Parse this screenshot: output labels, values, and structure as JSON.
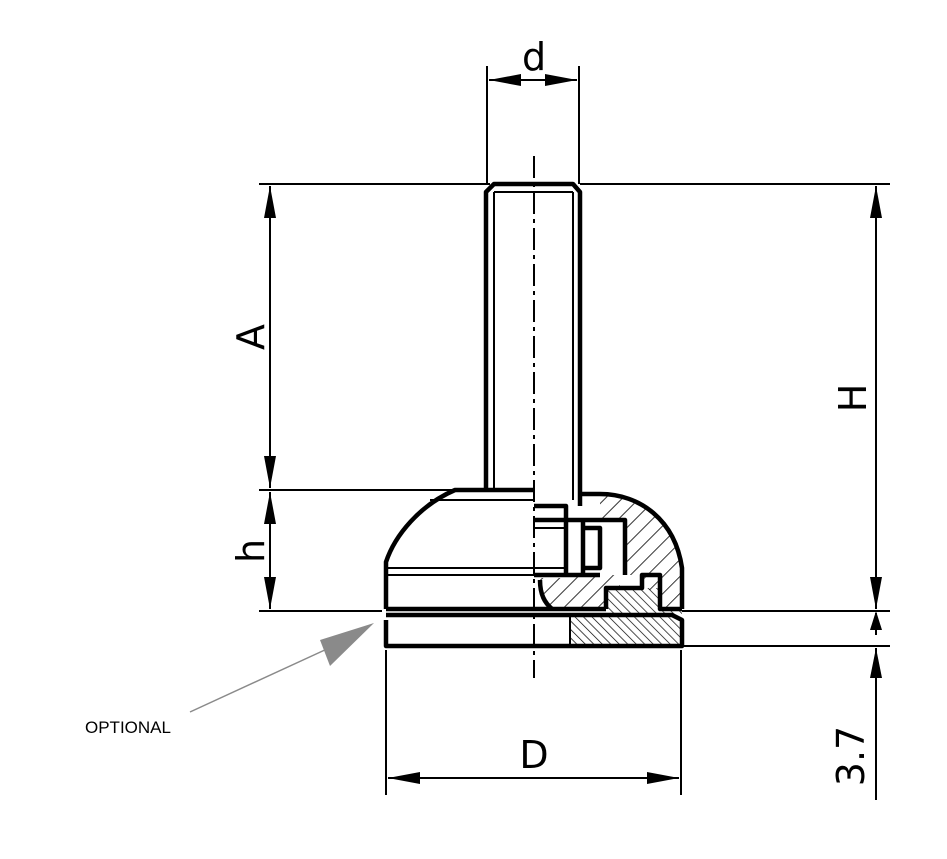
{
  "labels": {
    "d": "d",
    "A": "A",
    "h": "h",
    "H": "H",
    "D": "D",
    "thickness": "3.7",
    "optional": "OPTIONAL"
  },
  "colors": {
    "line": "#000000",
    "optional_arrow": "#8a8a8a",
    "background": "#ffffff"
  }
}
